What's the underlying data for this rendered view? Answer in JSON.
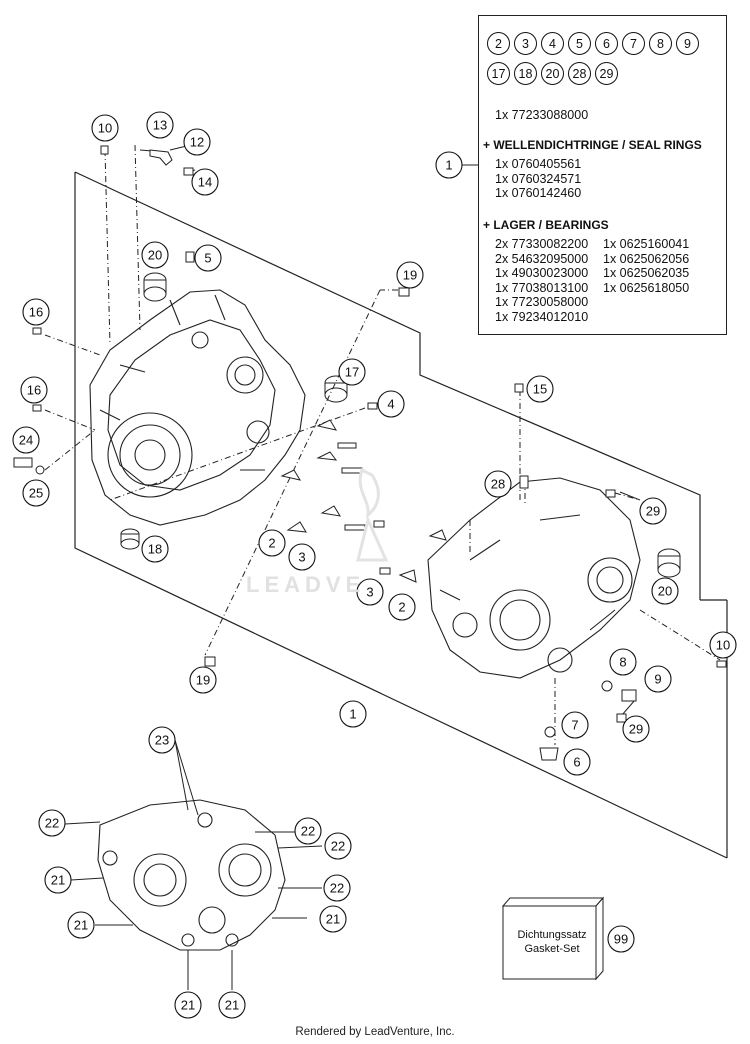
{
  "legend": {
    "circle_numbers": [
      "2",
      "3",
      "4",
      "5",
      "6",
      "7",
      "8",
      "9",
      "17",
      "18",
      "20",
      "28",
      "29"
    ],
    "kit_line": "1x 77233088000",
    "seal_heading": "+ WELLENDICHTRINGE / SEAL RINGS",
    "seal_lines": [
      "1x 0760405561",
      "1x 0760324571",
      "1x 0760142460"
    ],
    "bearing_heading": "+ LAGER / BEARINGS",
    "bearing_lines_left": [
      "2x 77330082200",
      "2x 54632095000",
      "1x 49030023000",
      "1x 77038013100",
      "1x 77230058000",
      "1x 79234012010"
    ],
    "bearing_lines_right": [
      "1x 0625160041",
      "1x 0625062056",
      "1x 0625062035",
      "1x 0625618050"
    ]
  },
  "gasket": {
    "line1": "Dichtungssatz",
    "line2": "Gasket-Set",
    "ref": "99"
  },
  "watermark": "LEADVE",
  "footer": "Rendered by LeadVenture, Inc.",
  "callouts": {
    "c10a": "10",
    "c13": "13",
    "c12": "12",
    "c14": "14",
    "c20a": "20",
    "c5": "5",
    "c19a": "19",
    "c16a": "16",
    "c17": "17",
    "c16b": "16",
    "c4": "4",
    "c24": "24",
    "c25": "25",
    "c15": "15",
    "c28": "28",
    "c29a": "29",
    "c18": "18",
    "c2a": "2",
    "c3a": "3",
    "c3b": "3",
    "c2b": "2",
    "c20b": "20",
    "c10b": "10",
    "c8": "8",
    "c9": "9",
    "c19b": "19",
    "c1b": "1",
    "c7": "7",
    "c29b": "29",
    "c6": "6",
    "c1a": "1",
    "c23": "23",
    "c22a": "22",
    "c22b": "22",
    "c22c": "22",
    "c21a": "21",
    "c22d": "22",
    "c21b": "21",
    "c21c": "21",
    "c21d": "21",
    "c21e": "21"
  }
}
